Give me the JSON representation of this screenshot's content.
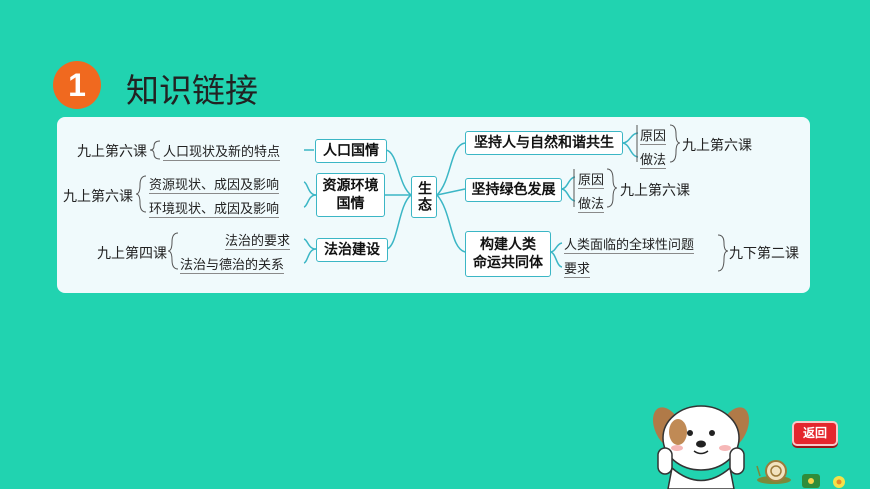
{
  "header": {
    "badge": "1",
    "title": "知识链接"
  },
  "mindmap": {
    "center": "生态",
    "left": {
      "population": {
        "label": "人口国情",
        "detail": "人口现状及新的特点",
        "source": "九上第六课"
      },
      "resources": {
        "label_line1": "资源环境",
        "label_line2": "国情",
        "detail1": "资源现状、成因及影响",
        "detail2": "环境现状、成因及影响",
        "source": "九上第六课"
      },
      "rule_of_law": {
        "label": "法治建设",
        "detail1": "法治的要求",
        "detail2": "法治与德治的关系",
        "source": "九上第四课"
      }
    },
    "right": {
      "harmony": {
        "label": "坚持人与自然和谐共生",
        "item1": "原因",
        "item2": "做法",
        "source": "九上第六课"
      },
      "green": {
        "label": "坚持绿色发展",
        "item1": "原因",
        "item2": "做法",
        "source": "九上第六课"
      },
      "community": {
        "label_line1": "构建人类",
        "label_line2": "命运共同体",
        "item1": "人类面临的全球性问题",
        "item2": "要求",
        "source": "九下第二课"
      }
    }
  },
  "nav": {
    "return_label": "返回"
  }
}
